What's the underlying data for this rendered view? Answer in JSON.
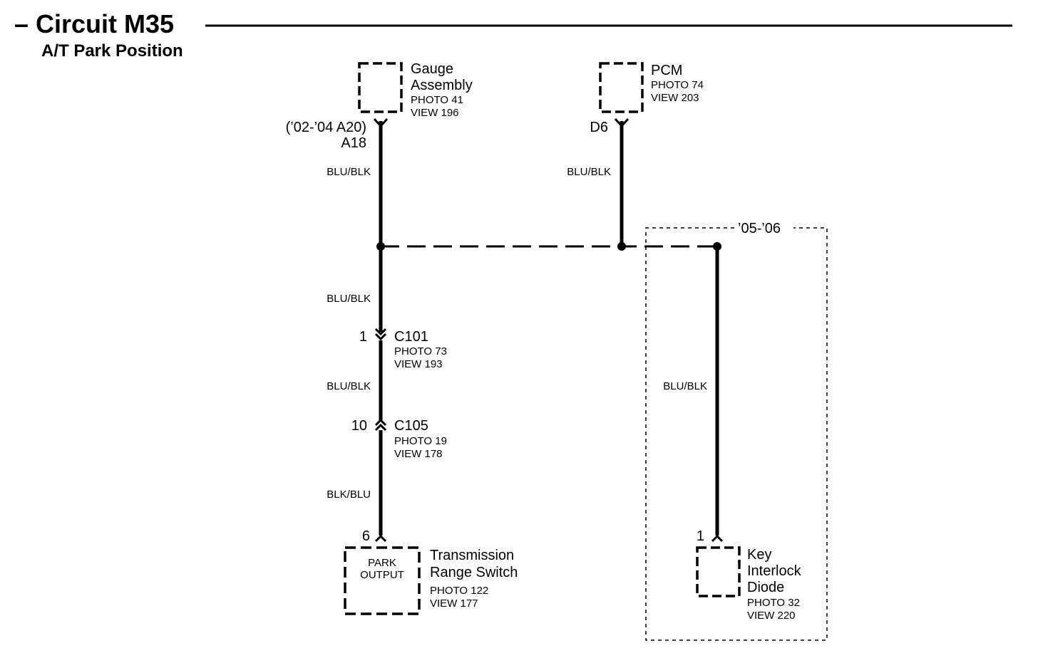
{
  "header": {
    "title": "– Circuit M35",
    "subtitle": "A/T Park Position"
  },
  "components": {
    "gauge": {
      "name1": "Gauge",
      "name2": "Assembly",
      "photo": "PHOTO 41",
      "view": "VIEW 196",
      "pin_note": "(’02-’04 A20)",
      "pin": "A18"
    },
    "pcm": {
      "name": "PCM",
      "photo": "PHOTO 74",
      "view": "VIEW 203",
      "pin": "D6"
    },
    "c101": {
      "name": "C101",
      "photo": "PHOTO 73",
      "view": "VIEW 193",
      "pin": "1"
    },
    "c105": {
      "name": "C105",
      "photo": "PHOTO 19",
      "view": "VIEW 178",
      "pin": "10"
    },
    "trs": {
      "name1": "Transmission",
      "name2": "Range Switch",
      "photo": "PHOTO 122",
      "view": "VIEW 177",
      "pin": "6",
      "inner1": "PARK",
      "inner2": "OUTPUT"
    },
    "kid": {
      "name1": "Key",
      "name2": "Interlock",
      "name3": "Diode",
      "photo": "PHOTO 32",
      "view": "VIEW 220",
      "pin": "1"
    }
  },
  "wires": {
    "gauge_wire": "BLU/BLK",
    "pcm_wire": "BLU/BLK",
    "mid_wire": "BLU/BLK",
    "c101_c105_wire": "BLU/BLK",
    "c105_trs_wire": "BLK/BLU",
    "kid_wire": "BLU/BLK"
  },
  "option_box": {
    "label": "’05-’06"
  }
}
